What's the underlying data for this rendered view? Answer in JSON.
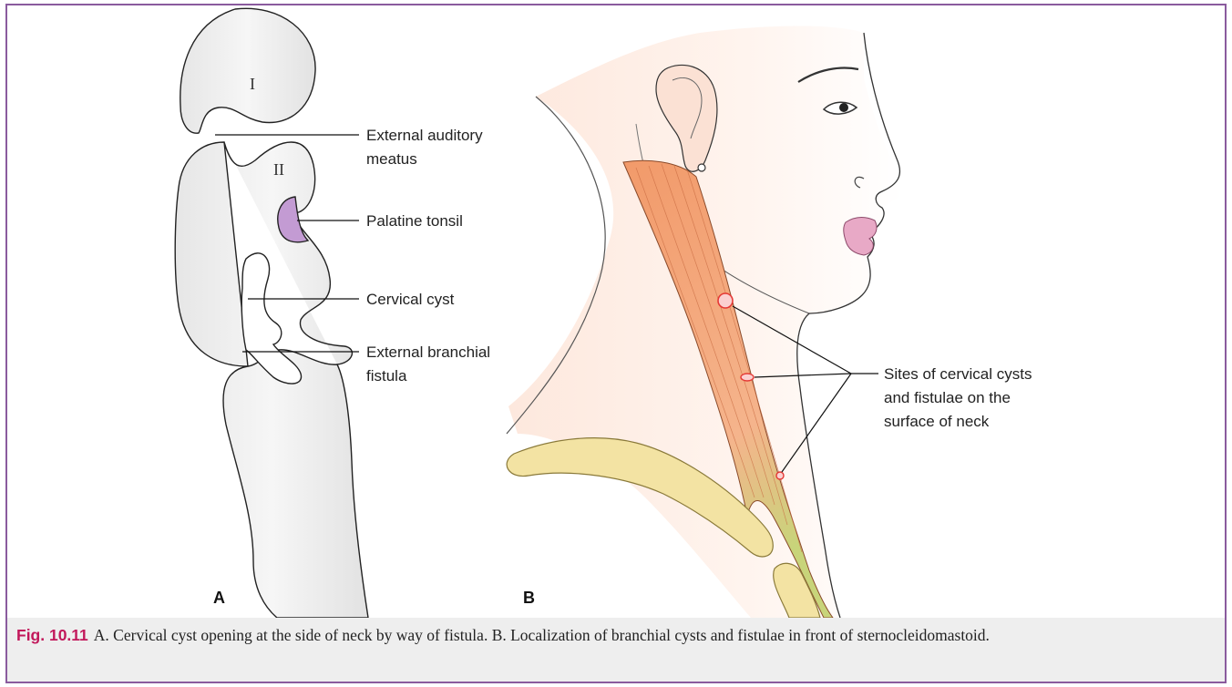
{
  "panel_a": {
    "letter": "A",
    "arch_labels": [
      "I",
      "II"
    ],
    "labels": [
      {
        "id": "external-auditory-meatus",
        "lines": [
          "External auditory",
          "meatus"
        ]
      },
      {
        "id": "palatine-tonsil",
        "lines": [
          "Palatine tonsil"
        ]
      },
      {
        "id": "cervical-cyst",
        "lines": [
          "Cervical cyst"
        ]
      },
      {
        "id": "external-branchial-fistula",
        "lines": [
          "External branchial",
          "fistula"
        ]
      }
    ]
  },
  "panel_b": {
    "letter": "B",
    "label_lines": [
      "Sites of cervical cysts",
      "and fistulae on the",
      "surface of neck"
    ]
  },
  "caption": {
    "tag": "Fig. 10.11",
    "text": "A. Cervical cyst opening at the side of neck by way of fistula. B. Localization of branchial cysts and fistulae in front of sternocleidomastoid."
  },
  "colors": {
    "frame": "#8a5b9e",
    "caption_tag": "#c2185b",
    "caption_band": "#eeeeee",
    "tonsil": "#c39bd3",
    "muscle": "#f0a070",
    "clavicle": "#f3e3a3",
    "cyst_marker": "#e53935"
  }
}
